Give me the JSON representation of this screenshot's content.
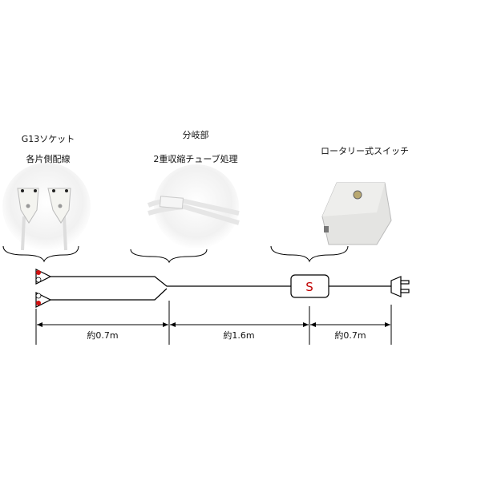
{
  "components": [
    {
      "title": "G13ソケット",
      "subtitle": "各片側配線",
      "image": "g13-socket-photo"
    },
    {
      "title": "分岐部",
      "subtitle": "2重収縮チューブ処理",
      "image": "branch-tube-photo"
    },
    {
      "title": "ロータリー式スイッチ",
      "image": "rotary-switch-photo"
    }
  ],
  "switch_symbol": "S",
  "dimensions": [
    "約0.7m",
    "約1.6m",
    "約0.7m"
  ],
  "colors": {
    "line": "#000000",
    "switch_letter": "#c00000",
    "socket_dot": "#d01010"
  }
}
